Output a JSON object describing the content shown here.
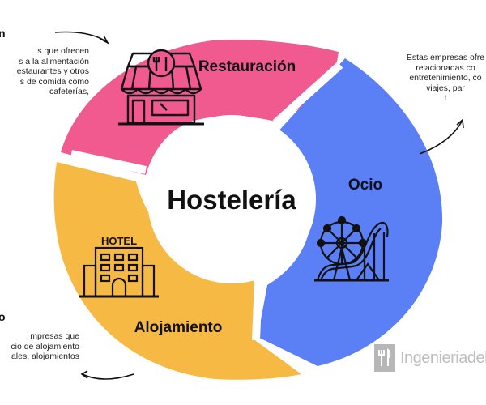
{
  "center": {
    "title": "Hostelería"
  },
  "segments": {
    "restauracion": {
      "label": "Restauración",
      "color": "#f15a8f"
    },
    "ocio": {
      "label": "Ocio",
      "color": "#5b7ff5"
    },
    "alojamiento": {
      "label": "Alojamiento",
      "color": "#f6b944"
    }
  },
  "hotel_sign": "HOTEL",
  "side_notes": {
    "top_left": {
      "heading": "n",
      "text": "s que ofrecen\ns a la alimentación\nestaurantes y otros\ns de comida como\n cafeterías,"
    },
    "top_right": {
      "text": "Estas empresas ofre\nrelacionadas co\nentretenimiento, co\nviajes, par\nt"
    },
    "bottom_left": {
      "heading": "o",
      "text": "mpresas que\ncio de alojamiento\nales, alojamientos"
    }
  },
  "watermark": {
    "text": "Ingenieriadel"
  },
  "icons": {
    "store": "restaurant-store-icon",
    "hotel": "hotel-building-icon",
    "park": "amusement-park-icon",
    "logo": "fork-knife-logo-icon"
  }
}
